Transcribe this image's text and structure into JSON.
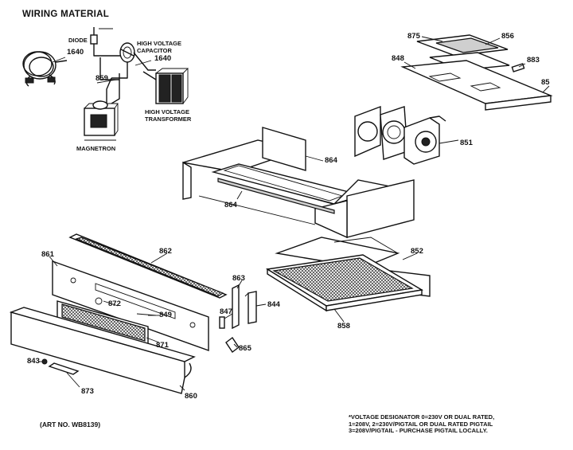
{
  "title": "WIRING MATERIAL",
  "component_labels": {
    "diode": "DIODE",
    "hv_capacitor": [
      "HIGH VOLTAGE",
      "CAPACITOR"
    ],
    "hv_transformer": [
      "HIGH VOLTAGE",
      "TRANSFORMER"
    ],
    "magnetron": "MAGNETRON"
  },
  "callouts": [
    "1640",
    "1640",
    "859",
    "875",
    "856",
    "848",
    "883",
    "85",
    "851",
    "864",
    "864",
    "852",
    "861",
    "862",
    "863",
    "872",
    "849",
    "871",
    "847",
    "844",
    "865",
    "843",
    "873",
    "860",
    "858"
  ],
  "art_number": "(ART NO. WB8139)",
  "voltage_note": [
    "*VOLTAGE DESIGNATOR 0=230V OR DUAL RATED,",
    "1=208V, 2=230V/PIGTAIL OR DUAL RATED PIGTAIL",
    "3=208V/PIGTAIL - PURCHASE PIGTAIL LOCALLY."
  ]
}
